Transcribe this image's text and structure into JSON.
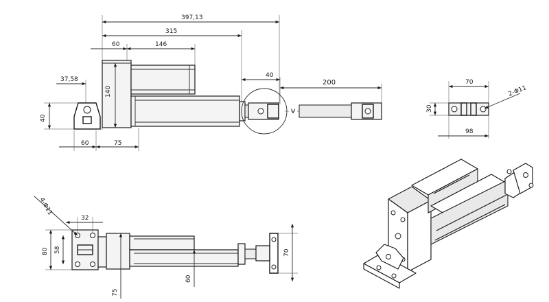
{
  "dimensions": {
    "front_overall": "397,13",
    "front_retracted": "315",
    "front_motor_block": "60",
    "front_motor_length": "146",
    "front_clevis_offset": "40",
    "front_stroke": "200",
    "front_mount_offset": "37,58",
    "front_height": "140",
    "front_mount_height": "40",
    "front_mount_width": "60",
    "front_motor_offset": "75",
    "end_hole_spacing": "70",
    "end_height": "30",
    "end_width": "98",
    "end_holes": "2-Φ11",
    "side_holes": "4-Φ11",
    "side_hole_spacing": "32",
    "side_height_outer": "80",
    "side_height_inner": "58",
    "side_body_height": "75",
    "side_rod_height": "60",
    "side_clevis_height": "70"
  },
  "labels": {
    "stroke_marker": "V"
  }
}
